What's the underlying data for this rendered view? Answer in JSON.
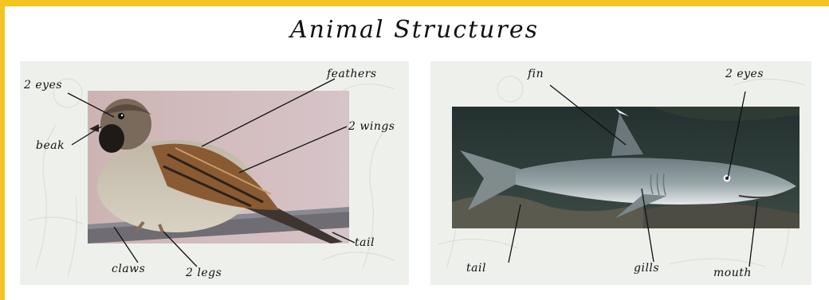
{
  "title": "Animal Structures",
  "colors": {
    "frame": "#f3c521",
    "panel_bg": "#eef0ec"
  },
  "panels": [
    {
      "animal": "sparrow",
      "labels": [
        "2 eyes",
        "feathers",
        "beak",
        "2 wings",
        "tail",
        "claws",
        "2 legs"
      ]
    },
    {
      "animal": "shark",
      "labels": [
        "fin",
        "2 eyes",
        "tail",
        "gills",
        "mouth"
      ]
    }
  ]
}
